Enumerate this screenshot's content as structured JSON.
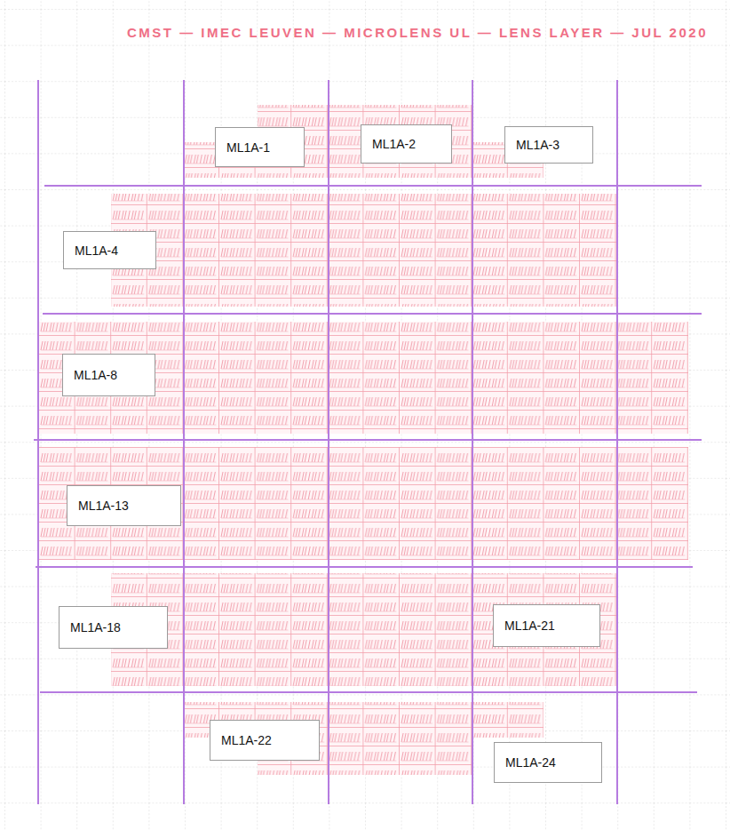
{
  "diagram": {
    "title": "CMST — IMEC LEUVEN — MICROLENS UL — LENS LAYER — JUL 2020",
    "nodes": [
      {
        "text": [
          "ML1A-1"
        ]
      },
      {
        "text": [
          "ML1A-2"
        ]
      },
      {
        "text": [
          "ML1A-3"
        ]
      },
      {
        "text": [
          "ML1A-4"
        ]
      },
      {
        "text": [
          "ML1A-8"
        ]
      },
      {
        "text": [
          "ML1A-13"
        ]
      },
      {
        "text": [
          "ML1A-18"
        ]
      },
      {
        "text": [
          "ML1A-21"
        ]
      },
      {
        "text": [
          "ML1A-22"
        ]
      },
      {
        "text": [
          "ML1A-24"
        ]
      }
    ]
  }
}
